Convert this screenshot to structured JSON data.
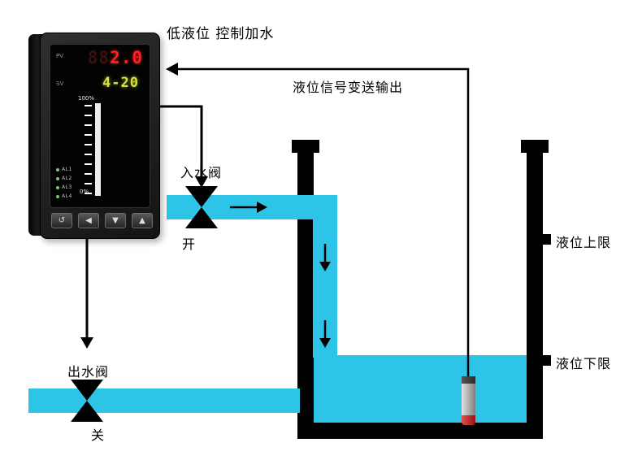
{
  "title": "低液位 控制加水",
  "signal_label": "液位信号变送输出",
  "inlet": {
    "label": "入水阀",
    "state": "开"
  },
  "outlet": {
    "label": "出水阀",
    "state": "关"
  },
  "levels": {
    "upper": "液位上限",
    "lower": "液位下限"
  },
  "meter": {
    "pv_label": "PV",
    "pv_ghost": "88",
    "pv_value": "2.0",
    "sv_label": "SV",
    "sv_value": "4-20",
    "scale_top": "100%",
    "scale_bottom": "0%",
    "alarms": [
      "AL1",
      "AL2",
      "AL3",
      "AL4"
    ],
    "buttons": [
      "↺",
      "◀",
      "▼",
      "▲"
    ]
  },
  "colors": {
    "pipe_fill": "#2EC4E8",
    "tank_fill": "#000000",
    "pv_digits": "#FF2020",
    "sv_digits": "#D8E23C"
  }
}
